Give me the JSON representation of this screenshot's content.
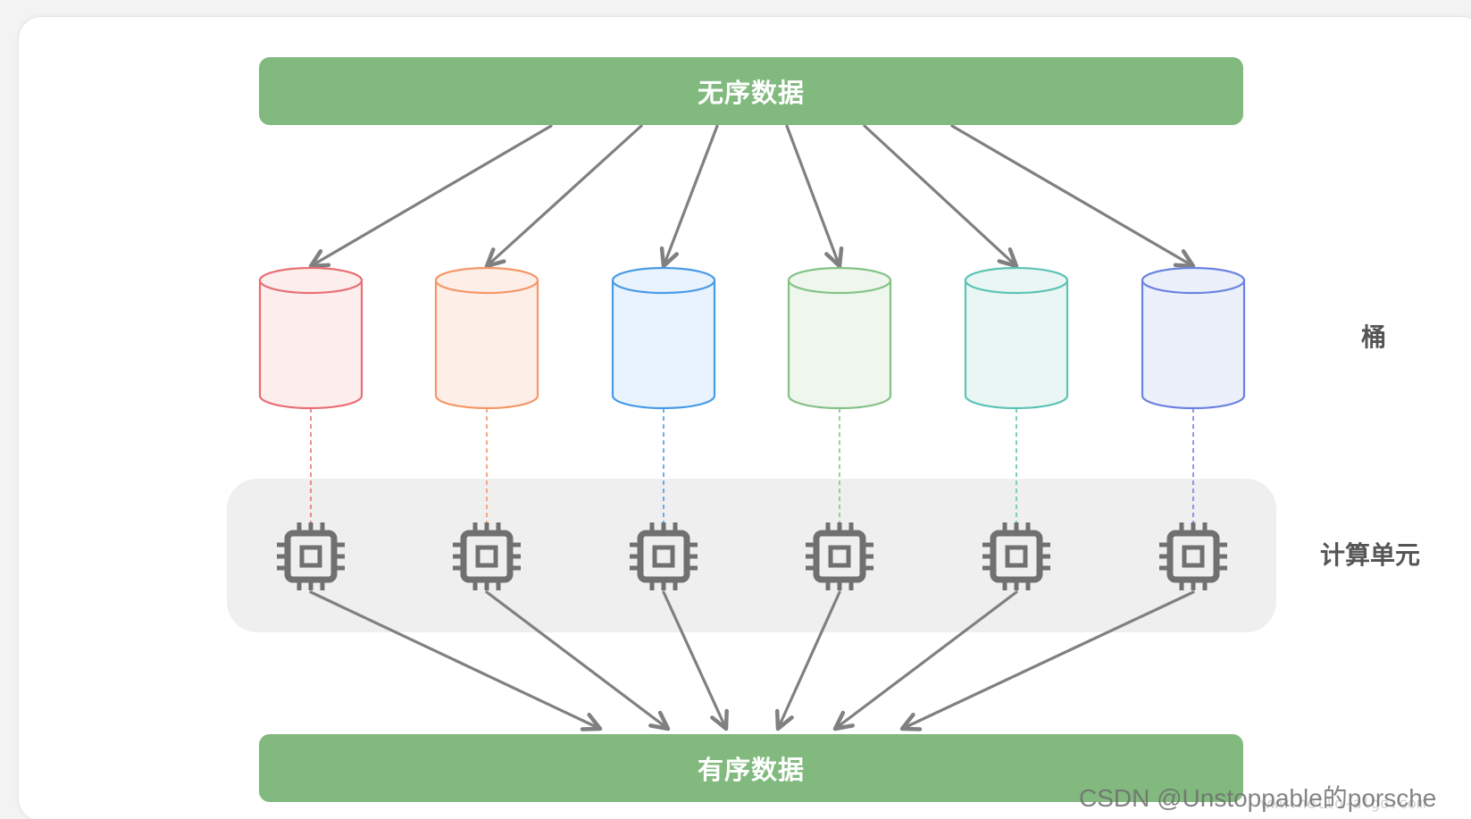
{
  "diagram": {
    "input_label": "无序数据",
    "output_label": "有序数据",
    "bucket_row_label": "桶",
    "compute_row_label": "计算单元",
    "bar_color": "#82b97f",
    "arrow_color": "#808080",
    "compute_panel_color": "#efefef",
    "chip_icon": "cpu-chip-icon",
    "buckets": [
      {
        "stroke": "#e86f74",
        "fill": "#fdeeee"
      },
      {
        "stroke": "#f59766",
        "fill": "#fdeee8"
      },
      {
        "stroke": "#4a9be6",
        "fill": "#e8f3fd"
      },
      {
        "stroke": "#86c286",
        "fill": "#eef6ee"
      },
      {
        "stroke": "#5cc3b5",
        "fill": "#e9f6f4"
      },
      {
        "stroke": "#6b83e0",
        "fill": "#ecf0fb"
      }
    ]
  },
  "watermark": {
    "text": "CSDN @Unstoppable的porsche",
    "url": "www.hello-algo.com"
  }
}
